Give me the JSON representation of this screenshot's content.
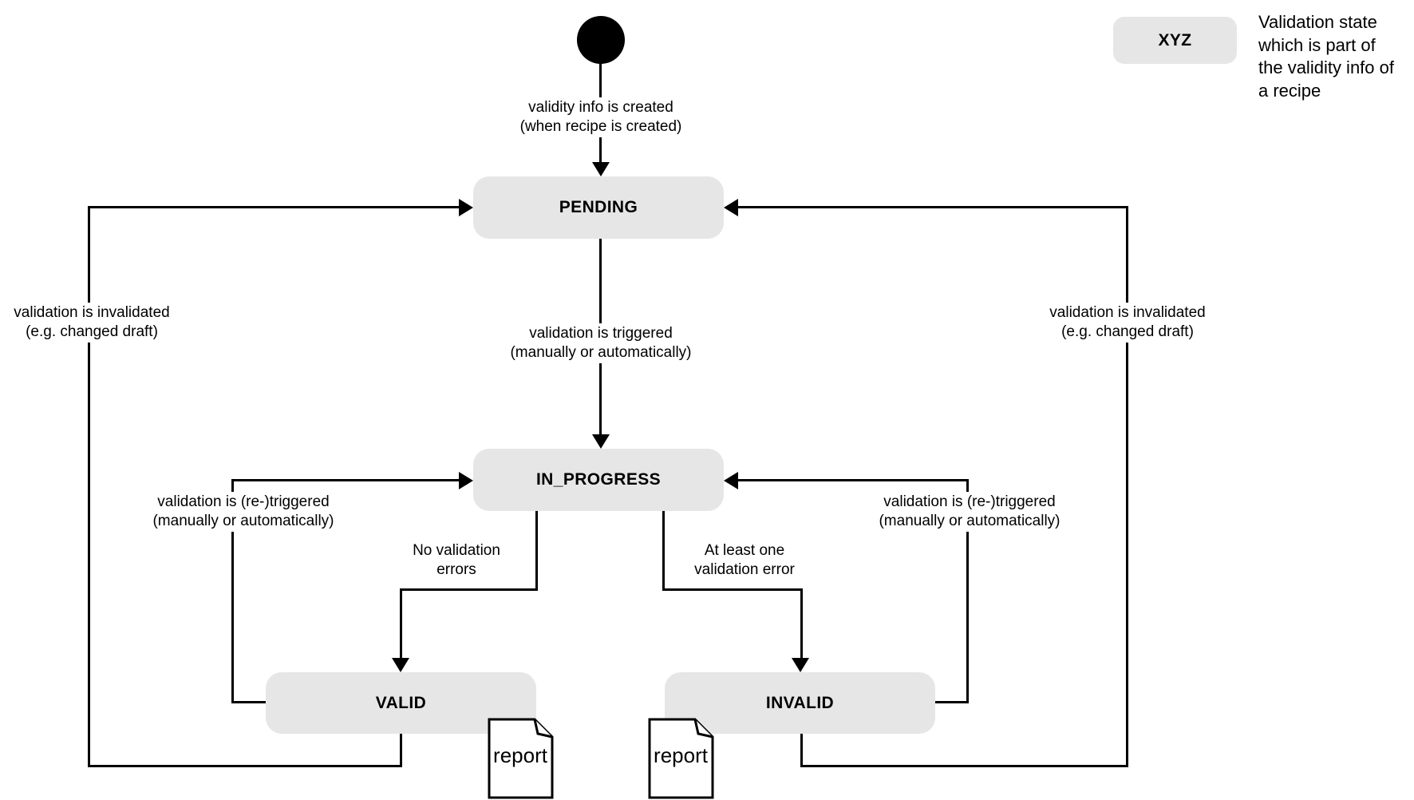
{
  "legend": {
    "sample_state_label": "XYZ",
    "description": "Validation state\nwhich is part of\nthe validity info of\na recipe"
  },
  "states": {
    "pending": "PENDING",
    "in_progress": "IN_PROGRESS",
    "valid": "VALID",
    "invalid": "INVALID"
  },
  "transitions": {
    "created": "validity info is created\n(when recipe is created)",
    "triggered": "validation is triggered\n(manually or automatically)",
    "retriggered_left": "validation is (re-)triggered\n(manually or automatically)",
    "retriggered_right": "validation is (re-)triggered\n(manually or automatically)",
    "invalidated_left": "validation is invalidated\n(e.g. changed draft)",
    "invalidated_right": "validation is invalidated\n(e.g. changed draft)",
    "no_errors": "No validation\nerrors",
    "at_least_one_error": "At least one\nvalidation error"
  },
  "artifacts": {
    "valid_report": "report",
    "invalid_report": "report"
  },
  "colors": {
    "state_fill": "#e6e6e6",
    "line": "#000000",
    "background": "#ffffff"
  }
}
